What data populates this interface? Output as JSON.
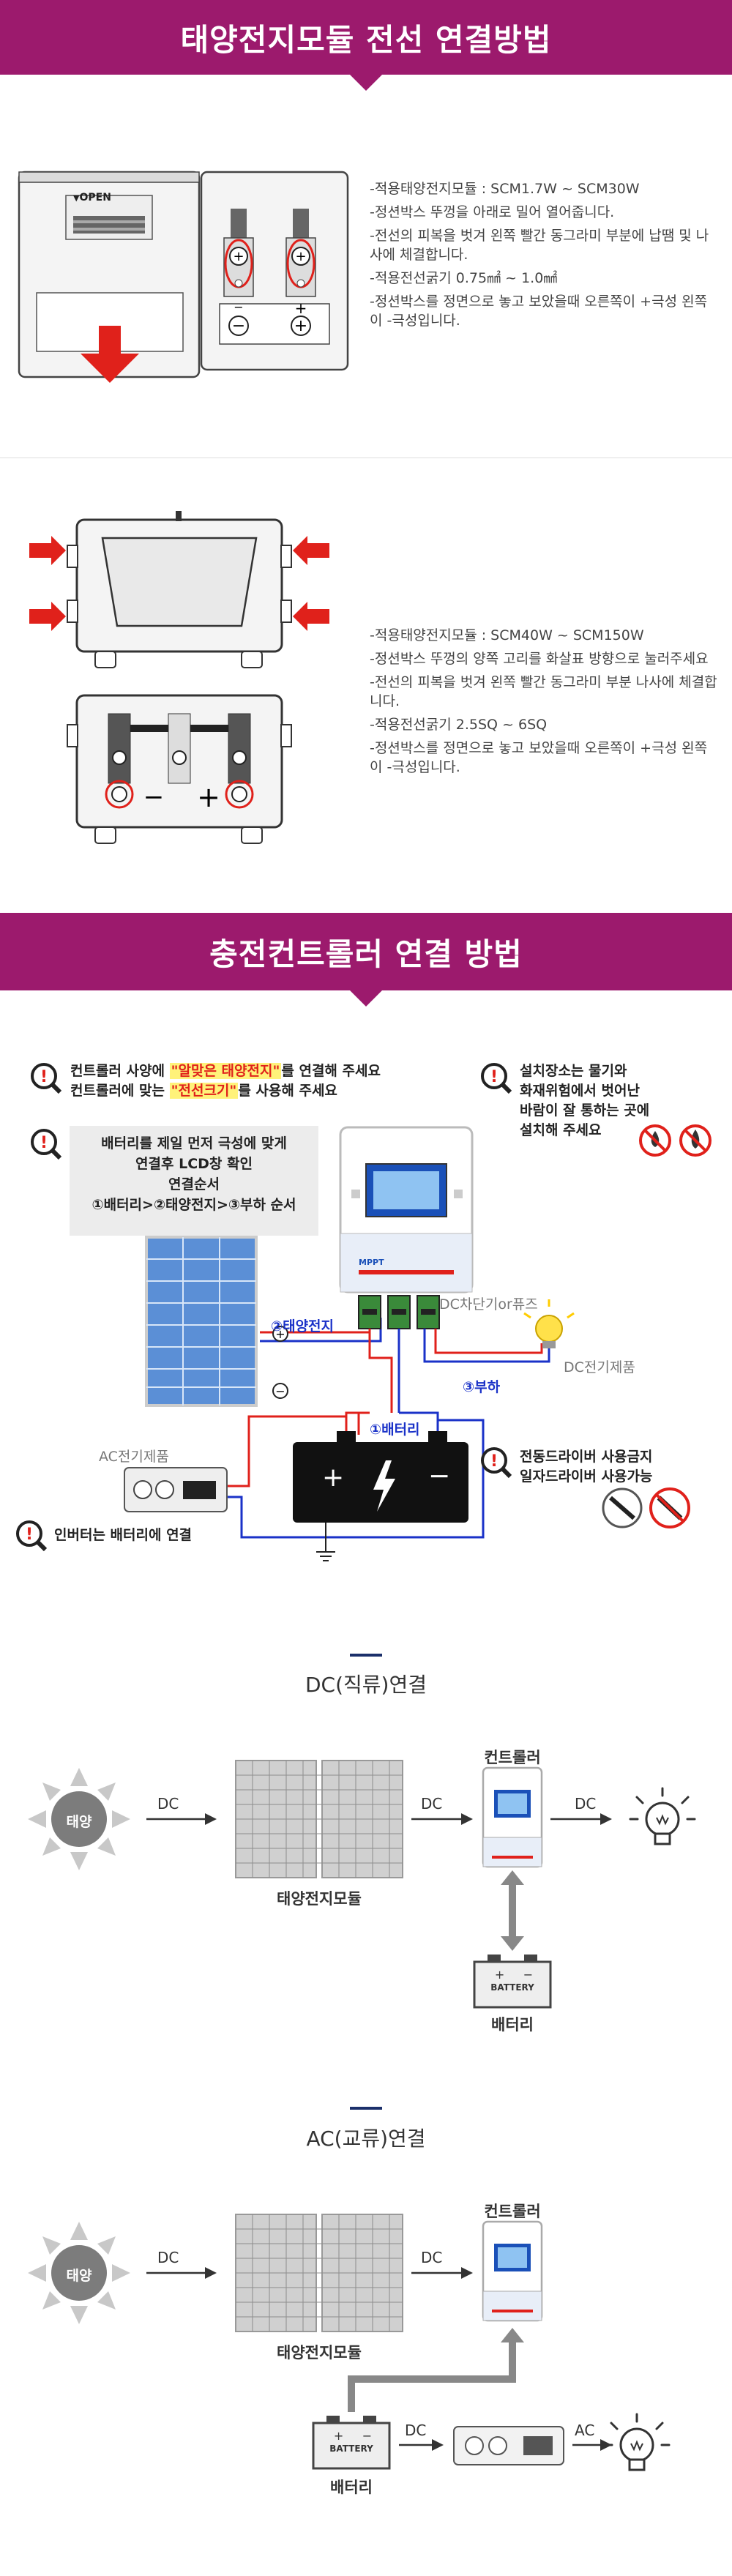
{
  "section1": {
    "title": "태양전지모듈 전선 연결방법",
    "open_label": "OPEN",
    "small_specs": [
      "-적용태양전지모듈 : SCM1.7W ~ SCM30W",
      "-정션박스 뚜껑을 아래로 밀어 열어줍니다.",
      "-전선의 피복을 벗겨 왼쪽 빨간 동그라미 부분에 납땜 및 나사에 체결합니다.",
      "-적용전선굵기 0.75㎟ ~ 1.0㎟",
      "-정션박스를 정면으로 놓고 보았을때 오른쪽이 +극성 왼쪽이 -극성입니다."
    ],
    "large_specs": [
      "-적용태양전지모듈 : SCM40W ~ SCM150W",
      "-정션박스 뚜껑의 양쪽 고리를 화살표 방향으로 눌러주세요",
      "-전선의 피복을 벗겨 왼쪽 빨간 동그라미 부분 나사에 체결합니다.",
      "-적용전선굵기 2.5SQ ~ 6SQ",
      "-정션박스를 정면으로 놓고 보았을때 오른쪽이 +극성 왼쪽이 -극성입니다."
    ]
  },
  "section2": {
    "title": "충전컨트롤러 연결 방법",
    "note1": {
      "a": "컨트롤러 사양에 ",
      "b": "\"알맞은 태양전지\"",
      "c": "를 연결해 주세요",
      "d": "컨트롤러에 맞는 ",
      "e": "\"전선크기\"",
      "f": "를 사용해 주세요"
    },
    "note2": [
      "설치장소는 물기와",
      "화재위험에서 벗어난",
      "바람이 잘 통하는 곳에",
      "설치해 주세요"
    ],
    "box": [
      "배터리를 제일 먼저 극성에 맞게",
      "연결후 LCD창 확인",
      "연결순서",
      "①배터리>②태양전지>③부하 순서"
    ],
    "labels": {
      "solar": "②태양전지",
      "fuse": "DC차단기or퓨즈",
      "dc_product": "DC전기제품",
      "load": "③부하",
      "battery": "①배터리",
      "ac_product": "AC전기제품"
    },
    "note3": [
      "전동드라이버 사용금지",
      "일자드라이버 사용가능"
    ],
    "note4": "인버터는 배터리에 연결",
    "mppt": "MPPT"
  },
  "dc_section": {
    "title": "DC(직류)연결",
    "sun": "태양",
    "dc1": "DC",
    "dc2": "DC",
    "dc3": "DC",
    "panel_label": "태양전지모듈",
    "controller_label": "컨트롤러",
    "battery_text": "BATTERY",
    "battery_label": "배터리"
  },
  "ac_section": {
    "title": "AC(교류)연결",
    "sun": "태양",
    "dc1": "DC",
    "dc2": "DC",
    "dc3": "DC",
    "ac": "AC",
    "panel_label": "태양전지모듈",
    "controller_label": "컨트롤러",
    "battery_text": "BATTERY",
    "battery_label": "배터리"
  },
  "colors": {
    "banner": "#9c1a6d",
    "red": "#e0211b",
    "blue": "#1a32c8"
  }
}
